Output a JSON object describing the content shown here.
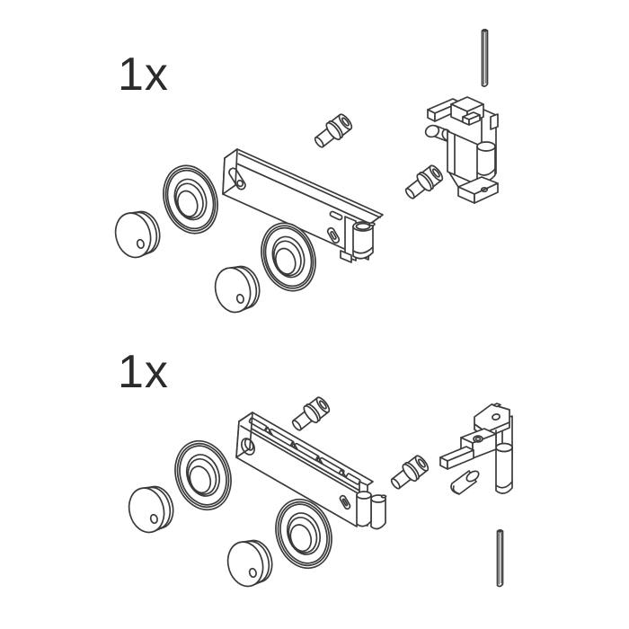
{
  "canvas": {
    "background": "#ffffff",
    "line_color": "#3b3b3b",
    "text_color": "#2b2b2b"
  },
  "groups": [
    {
      "quantity_label": "1x",
      "parts": [
        "end-cap",
        "roller-wheel",
        "end-cap",
        "roller-wheel",
        "carrier-rail",
        "socket-head-screw",
        "socket-head-screw",
        "mounting-bracket",
        "steel-pin"
      ]
    },
    {
      "quantity_label": "1x",
      "parts": [
        "end-cap",
        "roller-wheel",
        "end-cap",
        "roller-wheel",
        "slotted-carrier-rail",
        "socket-head-screw",
        "socket-head-screw",
        "mounting-bracket",
        "steel-pin"
      ]
    }
  ]
}
